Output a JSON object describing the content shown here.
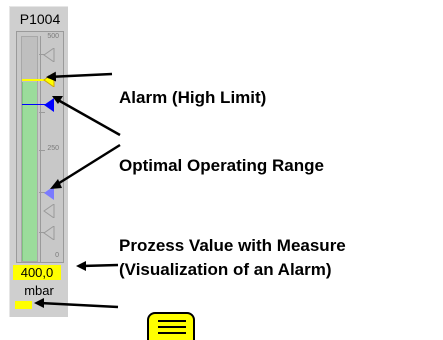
{
  "faceplate": {
    "tag": "P1004",
    "scale_labels": [
      "500",
      "250",
      "0"
    ],
    "process_value": "400,0",
    "unit": "mbar",
    "fill_fraction": 0.8
  },
  "callouts": {
    "alarm_high": "Alarm (High Limit)",
    "optimal_range": "Optimal Operating Range",
    "pv_line1": "Prozess Value with Measure",
    "pv_line2": "(Visualization of an Alarm)"
  },
  "colors": {
    "alarm": "#ffff00",
    "limit_blue": "#0000ff",
    "bar": "#9bdc9b"
  },
  "icons": {
    "menu": "hamburger-menu-icon"
  }
}
